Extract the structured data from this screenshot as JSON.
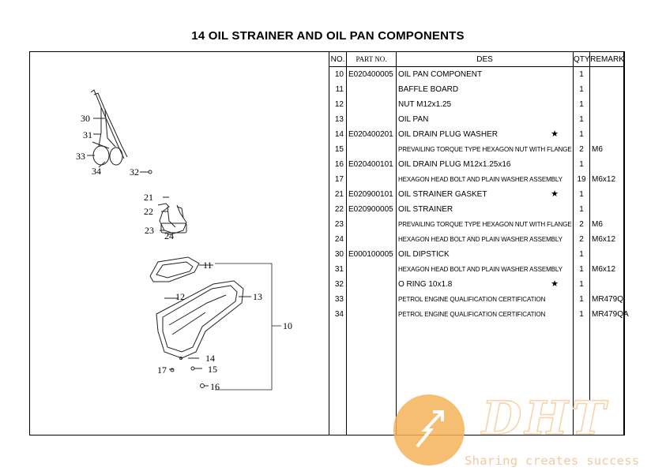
{
  "title": "14 OIL STRAINER AND OIL PAN COMPONENTS",
  "table": {
    "headers": {
      "no": "NO.",
      "part_no": "PART NO.",
      "des": "DES",
      "qty": "QTY",
      "remark": "REMARK"
    },
    "rows": [
      {
        "no": "10",
        "part_no": "E020400005",
        "des": "OIL PAN COMPONENT",
        "star": "",
        "qty": "1",
        "remark": ""
      },
      {
        "no": "11",
        "part_no": "",
        "des": "BAFFLE BOARD",
        "star": "",
        "qty": "1",
        "remark": ""
      },
      {
        "no": "12",
        "part_no": "",
        "des": "NUT M12x1.25",
        "star": "",
        "qty": "1",
        "remark": ""
      },
      {
        "no": "13",
        "part_no": "",
        "des": "OIL PAN",
        "star": "",
        "qty": "1",
        "remark": ""
      },
      {
        "no": "14",
        "part_no": "E020400201",
        "des": "OIL DRAIN PLUG WASHER",
        "star": "★",
        "qty": "1",
        "remark": ""
      },
      {
        "no": "15",
        "part_no": "",
        "des": "PREVAILING TORQUE TYPE HEXAGON NUT WITH FLANGE",
        "star": "",
        "qty": "2",
        "remark": "M6"
      },
      {
        "no": "16",
        "part_no": "E020400101",
        "des": "OIL DRAIN PLUG M12x1.25x16",
        "star": "",
        "qty": "1",
        "remark": ""
      },
      {
        "no": "17",
        "part_no": "",
        "des": "HEXAGON HEAD BOLT AND PLAIN WASHER ASSEMBLY",
        "star": "",
        "qty": "19",
        "remark": "M6x12"
      },
      {
        "no": "21",
        "part_no": "E020900101",
        "des": "OIL STRAINER GASKET",
        "star": "★",
        "qty": "1",
        "remark": ""
      },
      {
        "no": "22",
        "part_no": "E020900005",
        "des": "OIL STRAINER",
        "star": "",
        "qty": "1",
        "remark": ""
      },
      {
        "no": "23",
        "part_no": "",
        "des": "PREVAILING TORQUE TYPE HEXAGON NUT WITH FLANGE",
        "star": "",
        "qty": "2",
        "remark": "M6"
      },
      {
        "no": "24",
        "part_no": "",
        "des": "HEXAGON HEAD BOLT AND PLAIN WASHER ASSEMBLY",
        "star": "",
        "qty": "2",
        "remark": "M6x12"
      },
      {
        "no": "30",
        "part_no": "E000100005",
        "des": "OIL DIPSTICK",
        "star": "",
        "qty": "1",
        "remark": ""
      },
      {
        "no": "31",
        "part_no": "",
        "des": "HEXAGON HEAD BOLT AND PLAIN WASHER ASSEMBLY",
        "star": "",
        "qty": "1",
        "remark": "M6x12"
      },
      {
        "no": "32",
        "part_no": "",
        "des": "O RING 10x1.8",
        "star": "★",
        "qty": "1",
        "remark": ""
      },
      {
        "no": "33",
        "part_no": "",
        "des": "PETROL ENGINE QUALIFICATION CERTIFICATION",
        "star": "",
        "qty": "1",
        "remark": "MR479Q"
      },
      {
        "no": "34",
        "part_no": "",
        "des": "PETROL ENGINE QUALIFICATION CERTIFICATION",
        "star": "",
        "qty": "1",
        "remark": "MR479QA"
      }
    ]
  },
  "diagram_labels": {
    "l30": "30",
    "l31": "31",
    "l33": "33",
    "l34": "34",
    "l32": "32",
    "l21": "21",
    "l22": "22",
    "l23": "23",
    "l24": "24",
    "l11": "11",
    "l12": "12",
    "l13": "13",
    "l10": "10",
    "l14": "14",
    "l15": "15",
    "l17": "17",
    "l16": "16"
  },
  "watermark": {
    "logo": "DHT",
    "slogan": "Sharing creates success",
    "color": "#f5b35a"
  }
}
